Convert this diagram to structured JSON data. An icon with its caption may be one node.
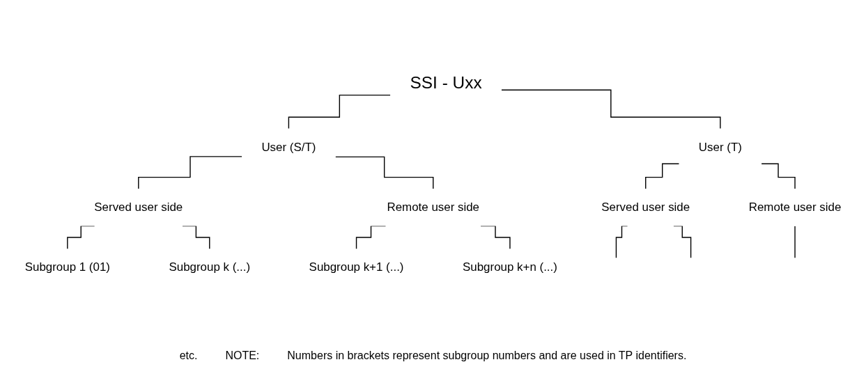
{
  "diagram": {
    "nodes": [
      {
        "text": [
          "SSI - Uxx"
        ]
      },
      {
        "text": [
          "User (S/T)"
        ]
      },
      {
        "text": [
          "User (T)"
        ]
      },
      {
        "text": [
          "Served user side"
        ]
      },
      {
        "text": [
          "Remote user side"
        ]
      },
      {
        "text": [
          "Served user side"
        ]
      },
      {
        "text": [
          "Remote user side"
        ]
      },
      {
        "text": [
          "Subgroup 1 (01)"
        ]
      },
      {
        "text": [
          "Subgroup k (...)"
        ]
      },
      {
        "text": [
          "Subgroup k+1 (...)"
        ]
      },
      {
        "text": [
          "Subgroup k+n (...)"
        ]
      }
    ],
    "edges": [
      {
        "from": 0,
        "to": 1,
        "arrow": "none"
      },
      {
        "from": 0,
        "to": 2,
        "arrow": "none"
      },
      {
        "from": 1,
        "to": 3,
        "arrow": "none"
      },
      {
        "from": 1,
        "to": 4,
        "arrow": "none"
      },
      {
        "from": 2,
        "to": 5,
        "arrow": "none"
      },
      {
        "from": 2,
        "to": 6,
        "arrow": "none"
      },
      {
        "from": 3,
        "to": 7,
        "arrow": "none"
      },
      {
        "from": 3,
        "to": 8,
        "arrow": "none"
      },
      {
        "from": 4,
        "to": 9,
        "arrow": "none"
      },
      {
        "from": 4,
        "to": 10,
        "arrow": "none"
      },
      {
        "from": 5,
        "to": null,
        "arrow": "none"
      },
      {
        "from": 5,
        "to": null,
        "arrow": "none"
      },
      {
        "from": 6,
        "to": null,
        "arrow": "none"
      }
    ],
    "labels": [
      "etc.",
      "NOTE:",
      "Numbers in brackets represent subgroup numbers and are used in TP identifiers."
    ]
  }
}
